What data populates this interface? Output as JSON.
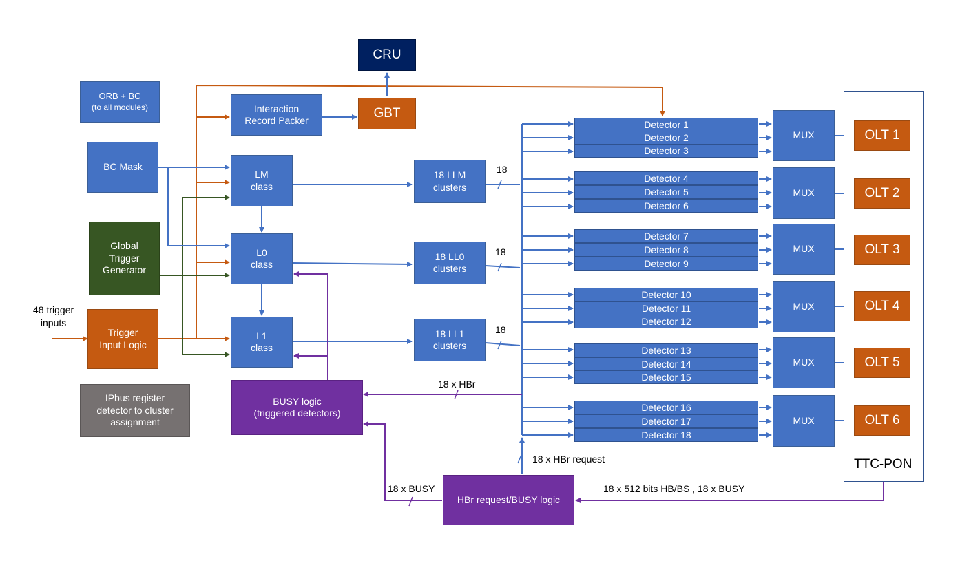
{
  "blocks": {
    "cru": "CRU",
    "gbt": "GBT",
    "orb_bc": {
      "line1": "ORB + BC",
      "line2": "(to all modules)"
    },
    "bc_mask": "BC Mask",
    "irp": {
      "line1": "Interaction",
      "line2": "Record Packer"
    },
    "global_trigger": {
      "line1": "Global",
      "line2": "Trigger",
      "line3": "Generator"
    },
    "trigger_input": {
      "line1": "Trigger",
      "line2": "Input Logic"
    },
    "ipbus": {
      "line1": "IPbus register",
      "line2": "detector to cluster",
      "line3": "assignment"
    },
    "lm": {
      "line1": "LM",
      "line2": "class"
    },
    "l0": {
      "line1": "L0",
      "line2": "class"
    },
    "l1": {
      "line1": "L1",
      "line2": "class"
    },
    "llm": {
      "line1": "18 LLM",
      "line2": "clusters"
    },
    "ll0": {
      "line1": "18 LL0",
      "line2": "clusters"
    },
    "ll1": {
      "line1": "18 LL1",
      "line2": "clusters"
    },
    "busy": {
      "line1": "BUSY logic",
      "line2": "(triggered detectors)"
    },
    "hbr_busy": "HBr request/BUSY logic",
    "ttc_pon": "TTC-PON"
  },
  "detectors": [
    "Detector 1",
    "Detector 2",
    "Detector 3",
    "Detector 4",
    "Detector 5",
    "Detector 6",
    "Detector 7",
    "Detector 8",
    "Detector 9",
    "Detector 10",
    "Detector 11",
    "Detector 12",
    "Detector 13",
    "Detector 14",
    "Detector 15",
    "Detector 16",
    "Detector 17",
    "Detector 18"
  ],
  "mux": [
    "MUX",
    "MUX",
    "MUX",
    "MUX",
    "MUX",
    "MUX"
  ],
  "olt": [
    "OLT 1",
    "OLT 2",
    "OLT 3",
    "OLT 4",
    "OLT 5",
    "OLT 6"
  ],
  "labels": {
    "trigger_inputs": {
      "line1": "48 trigger",
      "line2": "inputs"
    },
    "bus_llm": "18",
    "bus_ll0": "18",
    "bus_ll1": "18",
    "hbr": "18 x HBr",
    "hbr_request": "18 x HBr request",
    "busy18": "18 x BUSY",
    "hb_bs": "18 x 512 bits HB/BS , 18 x BUSY"
  },
  "colors": {
    "blue": "#4472c4",
    "orange": "#c55a11",
    "green": "#375623",
    "purple": "#7030a0",
    "gray": "#767171",
    "navy": "#002060"
  }
}
